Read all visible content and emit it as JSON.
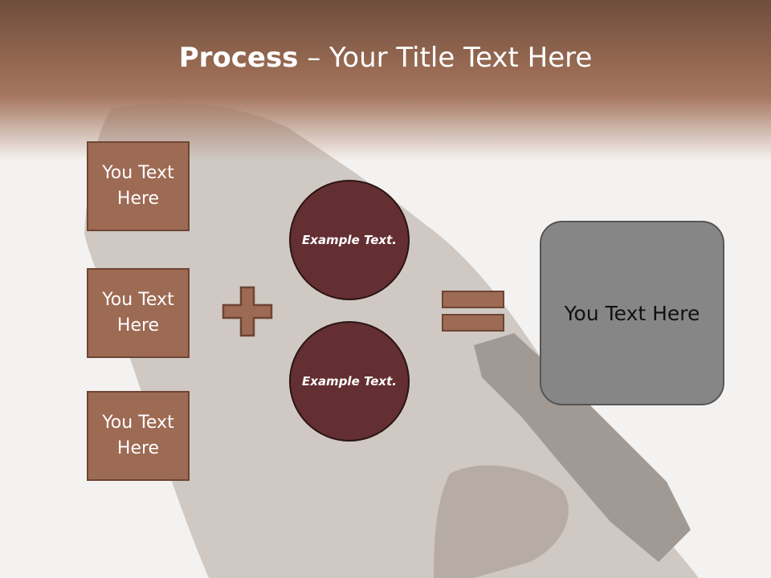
{
  "title": {
    "bold": "Process",
    "rest": " – Your Title Text Here"
  },
  "left_boxes": [
    "You Text Here",
    "You Text Here",
    "You Text Here"
  ],
  "circles": [
    "Example Text.",
    "Example Text."
  ],
  "result_box": "You Text Here",
  "icons": {
    "plus": "plus-icon",
    "equals": "equals-icon"
  },
  "colors": {
    "header": "#9a6c54",
    "box": "#9d6a53",
    "circle": "#642f32",
    "result": "#868686"
  }
}
